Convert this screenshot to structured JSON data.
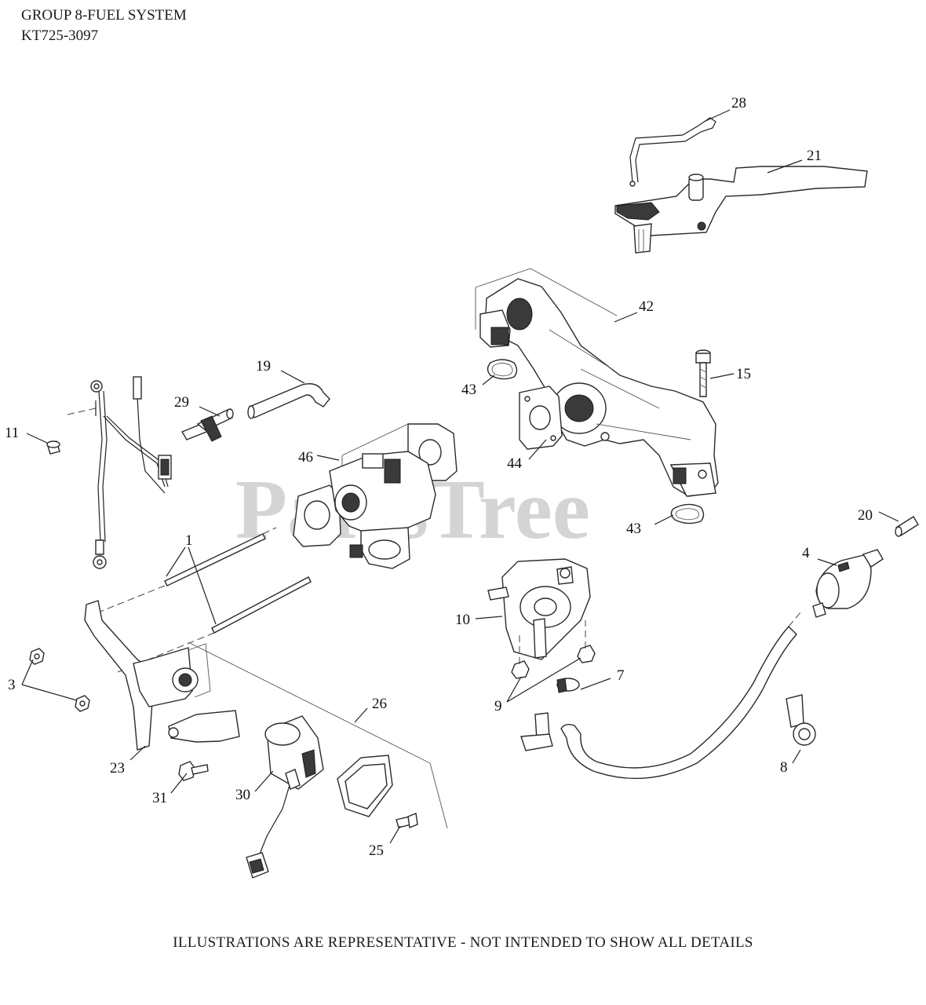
{
  "header": {
    "group_title": "GROUP 8-FUEL SYSTEM",
    "model_number": "KT725-3097"
  },
  "watermark": "PartsTree",
  "footer": {
    "disclaimer": "ILLUSTRATIONS ARE REPRESENTATIVE - NOT INTENDED TO SHOW ALL DETAILS"
  },
  "callouts": {
    "c1": "1",
    "c3": "3",
    "c4": "4",
    "c7": "7",
    "c8": "8",
    "c9": "9",
    "c10": "10",
    "c11": "11",
    "c15": "15",
    "c19": "19",
    "c20": "20",
    "c21": "21",
    "c23": "23",
    "c25": "25",
    "c26": "26",
    "c28": "28",
    "c29": "29",
    "c30": "30",
    "c31": "31",
    "c42": "42",
    "c43a": "43",
    "c43b": "43",
    "c44": "44",
    "c46": "46"
  }
}
